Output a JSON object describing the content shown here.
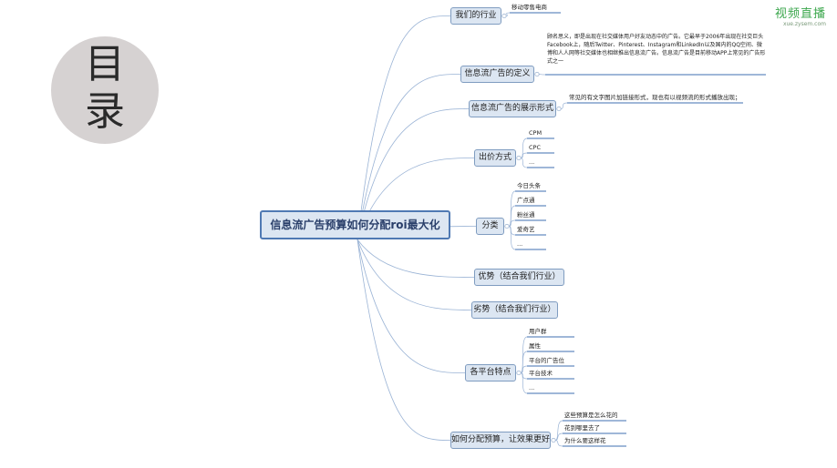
{
  "badge": {
    "line1": "目",
    "line2": "录"
  },
  "watermark": {
    "main": "视频直播",
    "sub": "xue.zysem.com"
  },
  "root": "信息流广告预算如何分配roi最大化",
  "branches": [
    {
      "label": "我们的行业",
      "children": [
        "移动零售电商"
      ]
    },
    {
      "label": "信息流广告的定义",
      "children": [
        "顾名思义，即是出现在社交媒体用户好友动态中的广告。它最早于2006年出现在社交巨头Facebook上，随后Twitter、Pinterest、Instagram和LinkedIn以及国内的QQ空间、微博和人人网等社交媒体也相继推出信息流广告。信息流广告是目前移动APP上常见的广告形式之一"
      ]
    },
    {
      "label": "信息流广告的展示形式",
      "children": [
        "常见的有文字图片加链接形式，现也有以视频流的形式播放出现；"
      ]
    },
    {
      "label": "出价方式",
      "children": [
        "CPM",
        "CPC",
        "..."
      ]
    },
    {
      "label": "分类",
      "children": [
        "今日头条",
        "广点通",
        "粉丝通",
        "爱奇艺",
        "..."
      ]
    },
    {
      "label": "优势（结合我们行业）",
      "children": []
    },
    {
      "label": "劣势（结合我们行业）",
      "children": []
    },
    {
      "label": "各平台特点",
      "children": [
        "用户群",
        "属性",
        "平台的广告位",
        "平台技术",
        "..."
      ]
    },
    {
      "label": "如何分配预算，让效果更好",
      "children": [
        "这些预算是怎么花的",
        "花到哪里去了",
        "为什么要这样花"
      ]
    }
  ]
}
